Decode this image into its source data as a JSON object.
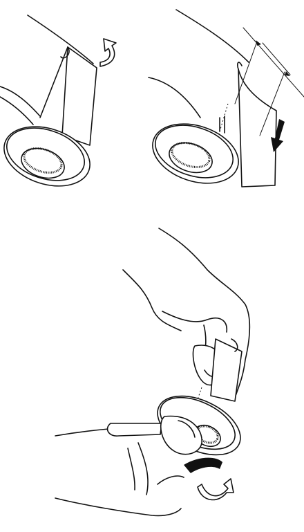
{
  "figure": {
    "panels": [
      {
        "id": "step-1",
        "arrow": "rotate"
      },
      {
        "id": "step-2",
        "arrow": "slide-down"
      },
      {
        "id": "step-3",
        "arrow": "twist"
      }
    ],
    "colors": {
      "ink": "#111111",
      "paper": "#ffffff"
    }
  }
}
